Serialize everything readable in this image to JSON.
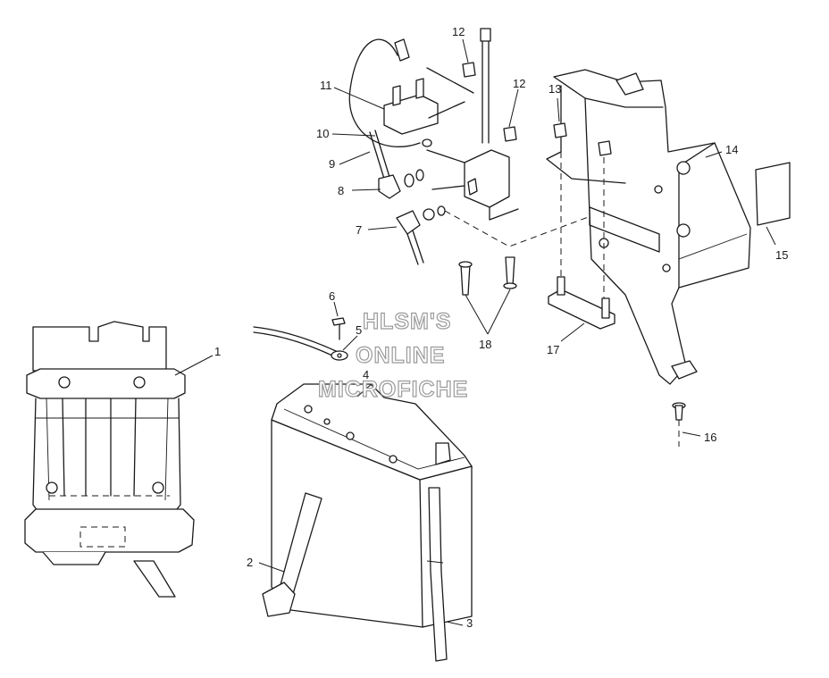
{
  "watermark": {
    "line1": "HLSM'S",
    "line2": "ONLINE",
    "line3": "MICROFICHE",
    "color": "#9a9a9a"
  },
  "callouts": [
    {
      "id": "1",
      "label": "1"
    },
    {
      "id": "2",
      "label": "2"
    },
    {
      "id": "3",
      "label": "3"
    },
    {
      "id": "4",
      "label": "4"
    },
    {
      "id": "5",
      "label": "5"
    },
    {
      "id": "6",
      "label": "6"
    },
    {
      "id": "7",
      "label": "7"
    },
    {
      "id": "8",
      "label": "8"
    },
    {
      "id": "9",
      "label": "9"
    },
    {
      "id": "10",
      "label": "10"
    },
    {
      "id": "11",
      "label": "11"
    },
    {
      "id": "12a",
      "label": "12"
    },
    {
      "id": "12b",
      "label": "12"
    },
    {
      "id": "13",
      "label": "13"
    },
    {
      "id": "14",
      "label": "14"
    },
    {
      "id": "15",
      "label": "15"
    },
    {
      "id": "16",
      "label": "16"
    },
    {
      "id": "17",
      "label": "17"
    },
    {
      "id": "18",
      "label": "18"
    }
  ],
  "line_color": "#1a1a1a"
}
